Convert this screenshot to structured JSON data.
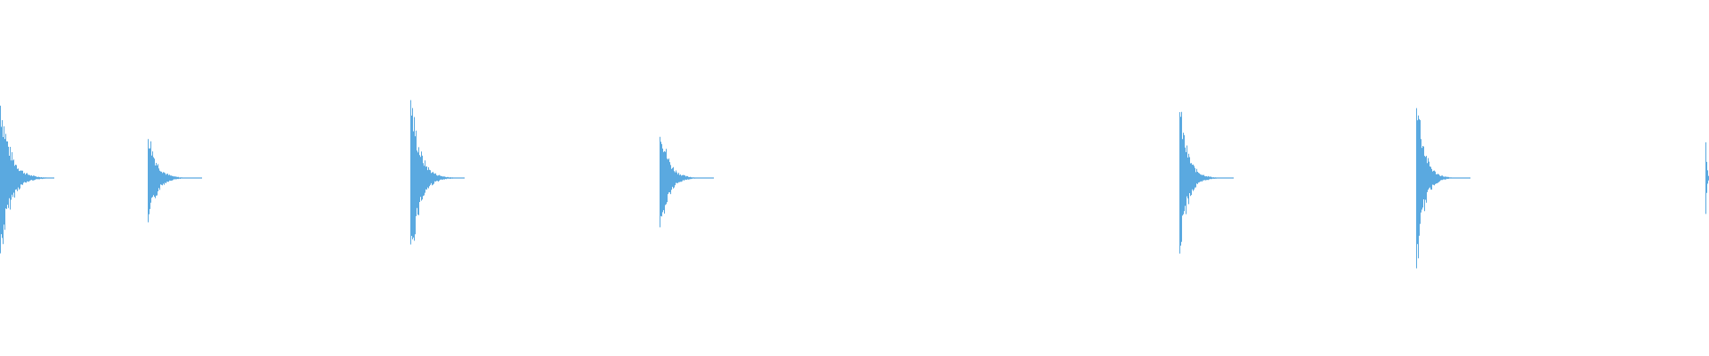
{
  "waveform": {
    "color": "#5aa9e0",
    "background": "#ffffff",
    "transients": [
      {
        "peak": 0.62,
        "decay": 0.55
      },
      {
        "peak": 0.38,
        "decay": 0.45
      },
      {
        "peak": 0.65,
        "decay": 0.5
      },
      {
        "peak": 0.46,
        "decay": 0.45
      },
      {
        "peak": 0.56,
        "decay": 0.45
      },
      {
        "peak": 0.72,
        "decay": 0.4
      },
      {
        "peak": 0.36,
        "decay": 0.15
      }
    ]
  }
}
